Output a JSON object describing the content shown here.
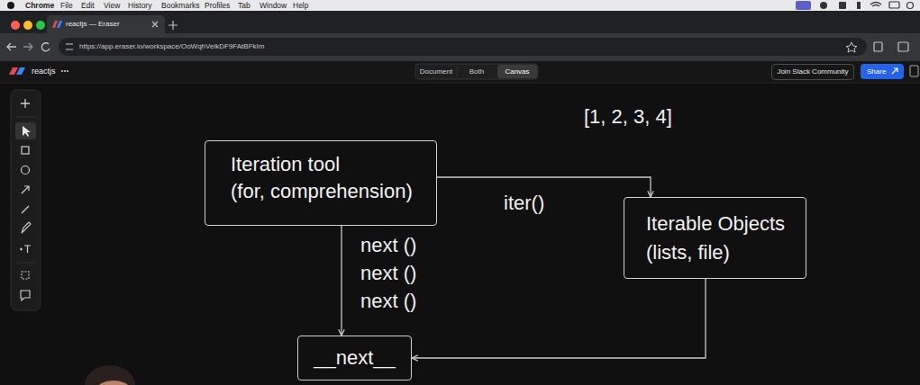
{
  "diagram": {
    "nodes": [
      {
        "text": [
          "Iteration tool",
          "(for, comprehension)"
        ]
      },
      {
        "text": [
          "Iterable Objects",
          "(lists, file)"
        ]
      },
      {
        "text": [
          "__next__"
        ]
      }
    ],
    "edges": [
      {
        "from": 0,
        "to": 1,
        "arrow": "to",
        "label": "iter()"
      },
      {
        "from": 0,
        "to": 2,
        "arrow": "to",
        "label": "next () next () next ()"
      },
      {
        "from": 1,
        "to": 2,
        "arrow": "to"
      }
    ],
    "labels": [
      "[1, 2, 3, 4]",
      "Chrome",
      "File",
      "Edit",
      "View",
      "History",
      "Bookmarks",
      "Profiles",
      "Tab",
      "Window",
      "Help",
      "reactjs — Eraser",
      "https://app.eraser.io/workspace/OoWqhVeikDF9FAtBFkIm",
      "reactjs",
      "Document",
      "Both",
      "Canvas",
      "Join Slack Community",
      "Share"
    ]
  }
}
